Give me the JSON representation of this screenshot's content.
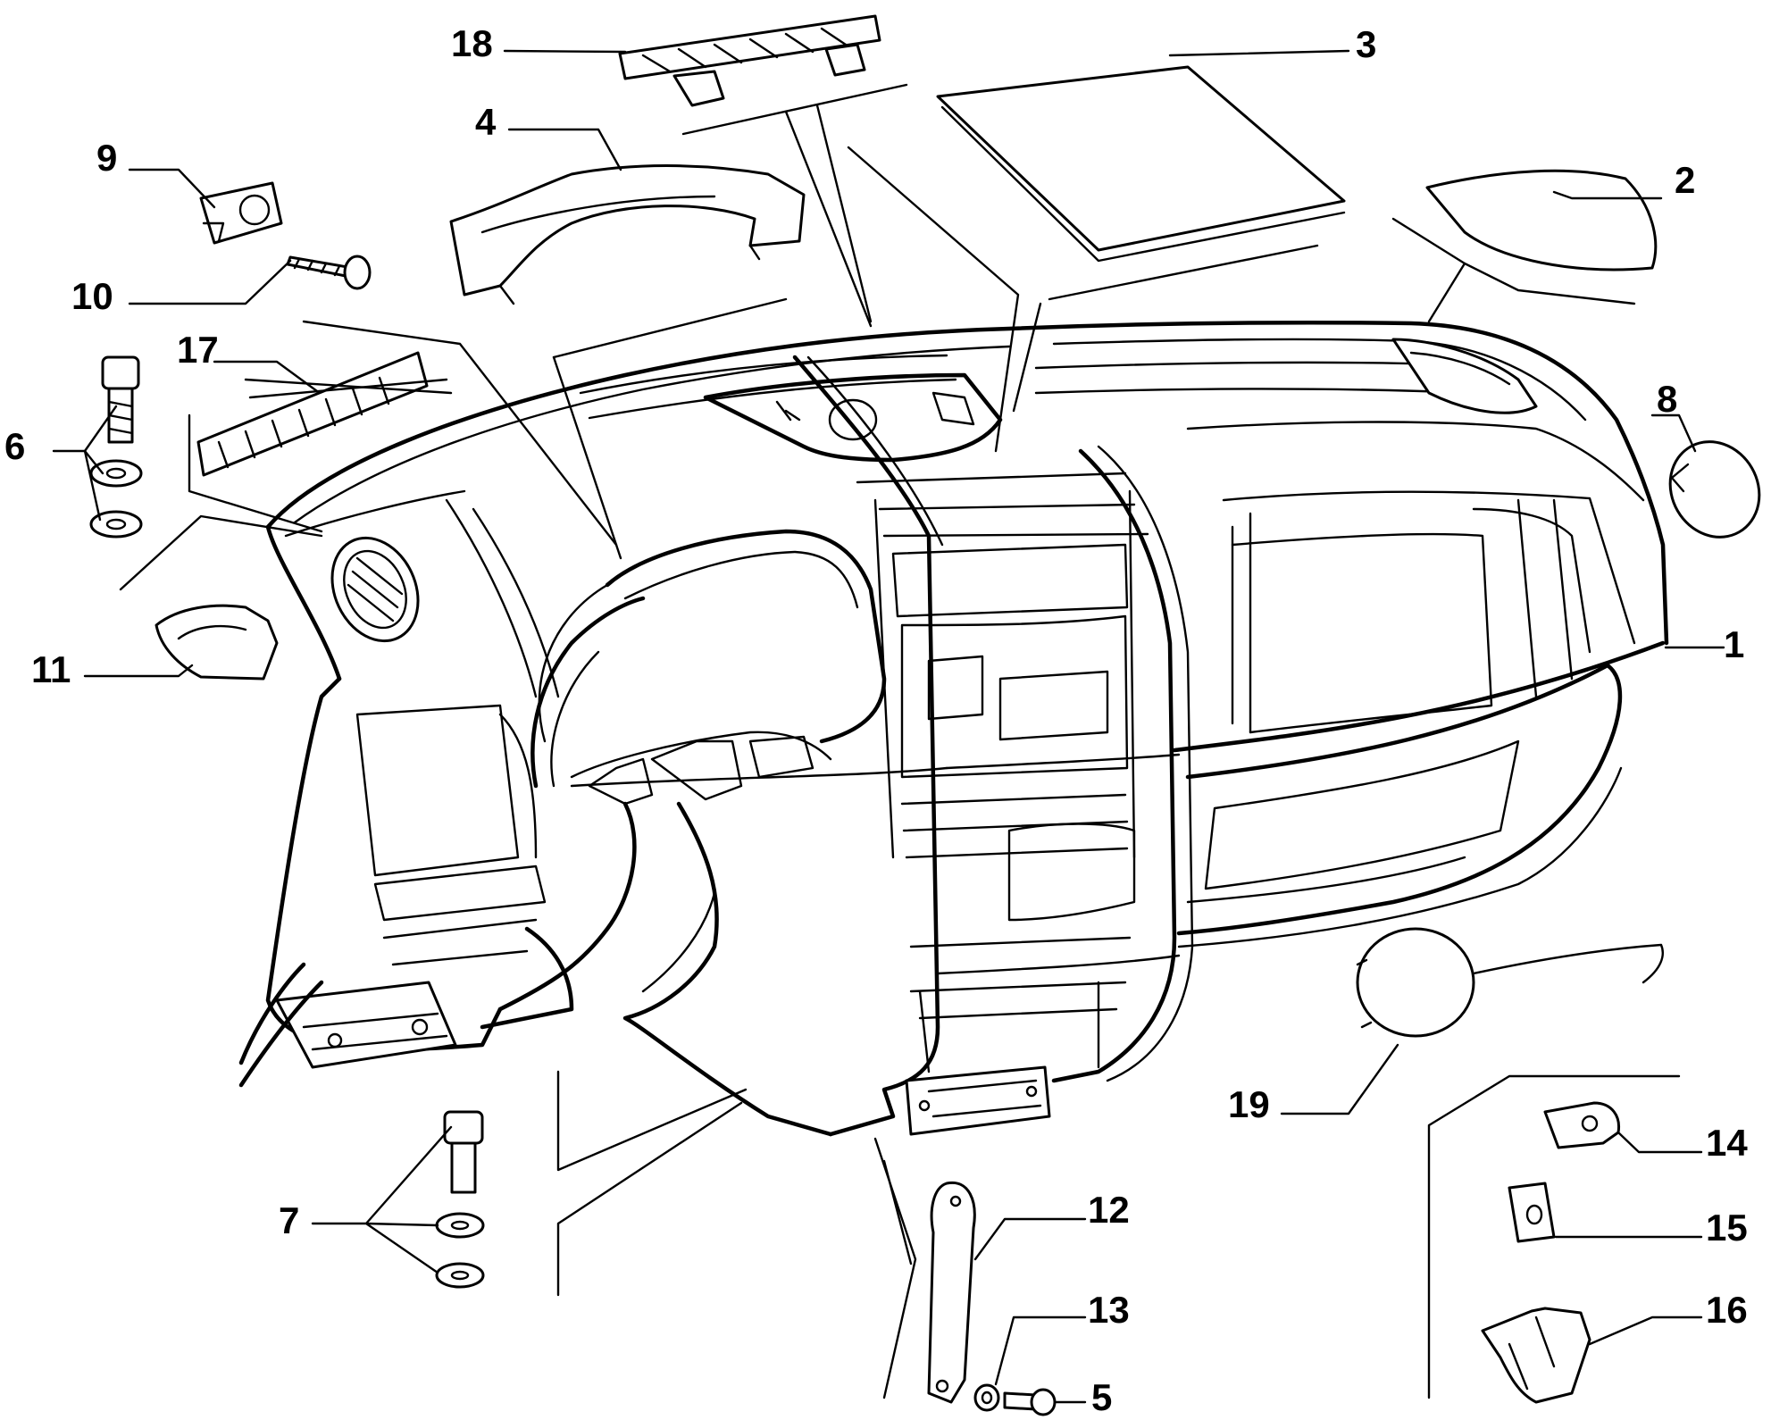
{
  "diagram": {
    "callouts": [
      {
        "id": "1",
        "label": "1"
      },
      {
        "id": "2",
        "label": "2"
      },
      {
        "id": "3",
        "label": "3"
      },
      {
        "id": "4",
        "label": "4"
      },
      {
        "id": "5",
        "label": "5"
      },
      {
        "id": "6",
        "label": "6"
      },
      {
        "id": "7",
        "label": "7"
      },
      {
        "id": "8",
        "label": "8"
      },
      {
        "id": "9",
        "label": "9"
      },
      {
        "id": "10",
        "label": "10"
      },
      {
        "id": "11",
        "label": "11"
      },
      {
        "id": "12",
        "label": "12"
      },
      {
        "id": "13",
        "label": "13"
      },
      {
        "id": "14",
        "label": "14"
      },
      {
        "id": "15",
        "label": "15"
      },
      {
        "id": "16",
        "label": "16"
      },
      {
        "id": "17",
        "label": "17"
      },
      {
        "id": "18",
        "label": "18"
      },
      {
        "id": "19",
        "label": "19"
      }
    ],
    "colors": {
      "ink": "#000000",
      "paper": "#ffffff"
    }
  }
}
